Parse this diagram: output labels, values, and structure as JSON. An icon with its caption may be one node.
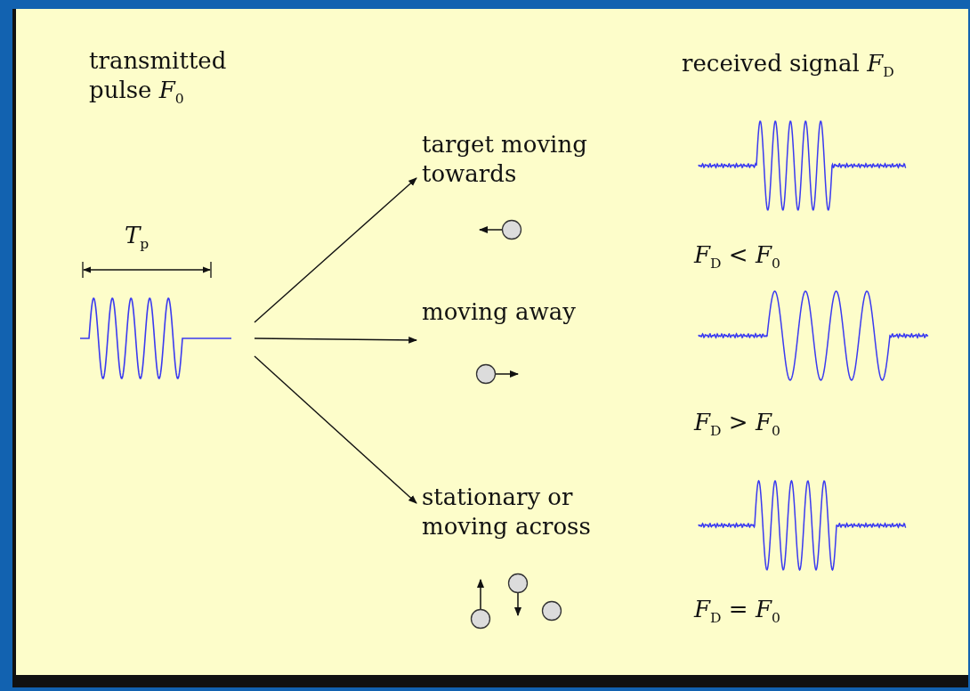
{
  "diagram": {
    "nodes": [
      {
        "text": [],
        "shape": "picture"
      },
      {
        "text": [
          "target moving towards"
        ]
      },
      {
        "text": [
          "moving away"
        ]
      },
      {
        "text": [
          "stationary or moving across"
        ]
      }
    ],
    "edges": [
      {
        "from": 0,
        "to": 1,
        "arrow": "to"
      },
      {
        "from": 0,
        "to": 2,
        "arrow": "to"
      },
      {
        "from": 0,
        "to": 3,
        "arrow": "to"
      }
    ],
    "labels": [
      "transmitted pulse *F*$_{0}$",
      "received signal *F*$_{D}$",
      "*T*$_{p}$",
      "*F*$_{D}$ < *F*$_{0}$",
      "*F*$_{D}$ > *F*$_{0}$",
      "*F*$_{D}$ = *F*$_{0}$"
    ]
  }
}
